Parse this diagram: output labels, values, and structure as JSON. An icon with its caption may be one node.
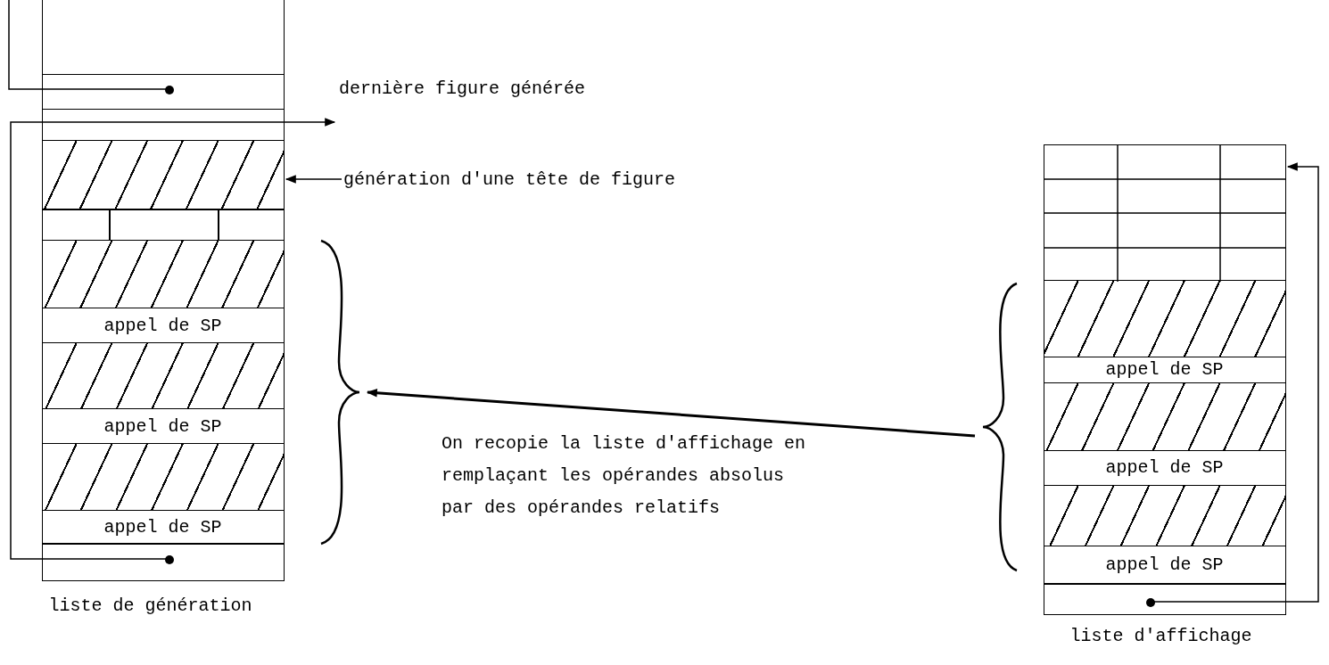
{
  "diagram": {
    "nodes": [
      {
        "text": [
          "liste de génération"
        ]
      },
      {
        "text": [],
        "shape": "box",
        "in": 0,
        "beside": [
          "dernière figure générée"
        ]
      },
      {
        "text": [],
        "shape": "box",
        "in": 0
      },
      {
        "text": [
          "appel de SP"
        ],
        "in": 0
      },
      {
        "text": [
          "appel de SP"
        ],
        "in": 0
      },
      {
        "text": [
          "appel de SP"
        ],
        "in": 0
      },
      {
        "text": [],
        "shape": "box",
        "in": 0
      },
      {
        "text": [
          "génération d'une tête de figure"
        ]
      },
      {
        "text": [],
        "shape": "brace"
      },
      {
        "text": [],
        "shape": "brace"
      },
      {
        "text": [
          "liste d'affichage"
        ]
      },
      {
        "text": [],
        "shape": "box",
        "in": 10
      },
      {
        "text": [
          "appel de SP"
        ],
        "in": 10
      },
      {
        "text": [
          "appel de SP"
        ],
        "in": 10
      },
      {
        "text": [
          "appel de SP"
        ],
        "in": 10
      },
      {
        "text": [],
        "shape": "box",
        "in": 10
      }
    ],
    "edges": [
      {
        "from": 1,
        "to": null,
        "arrow": "none"
      },
      {
        "from": 6,
        "to": 1,
        "arrow": "to"
      },
      {
        "from": 7,
        "to": 2,
        "arrow": "to"
      },
      {
        "from": 9,
        "to": 8,
        "arrow": "to",
        "label": "On recopie la liste d'affichage en remplaçant les opérandes absolus par des opérandes relatifs"
      },
      {
        "from": 15,
        "to": 11,
        "arrow": "to"
      }
    ]
  }
}
